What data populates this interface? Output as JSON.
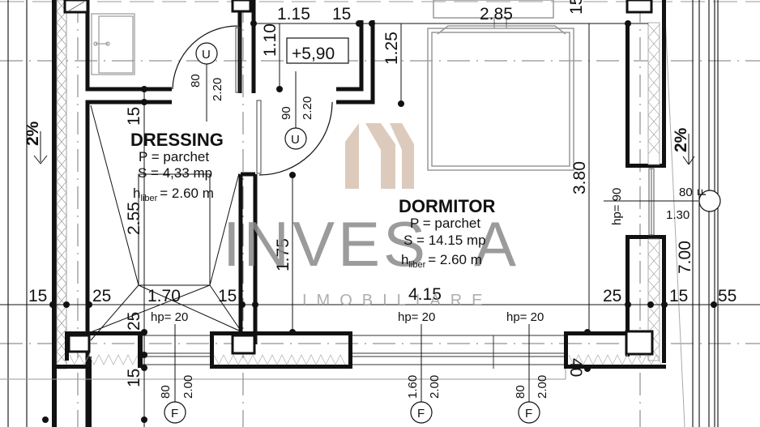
{
  "plan": {
    "level_marker": "+5,90",
    "slope_markers": [
      {
        "id": "left",
        "label": "2%"
      },
      {
        "id": "right",
        "label": "2%"
      }
    ],
    "rooms": [
      {
        "id": "dressing",
        "name": "DRESSING",
        "floor": "P = parchet",
        "area": "S = 4,33 mp",
        "height_prefix": "h",
        "height_sub": "liber",
        "height_value": "= 2.60 m"
      },
      {
        "id": "dormitor",
        "name": "DORMITOR",
        "floor": "P = parchet",
        "area": "S = 14.15 mp",
        "height_prefix": "h",
        "height_sub": "liber",
        "height_value": "= 2.60 m"
      }
    ],
    "dimensions_top": {
      "d1": "1.15",
      "d2": "15",
      "d3": "2.85",
      "d4": "15"
    },
    "dimensions_vertical": {
      "v_110": "1.10",
      "v_125": "1.25",
      "v_380": "3.80",
      "v_175": "1.75",
      "v_255": "2.55",
      "v_15_top": "15",
      "v_25": "25",
      "v_15_bottom": "15",
      "v_40": "40",
      "v_700": "7.00"
    },
    "dimensions_horizontal": {
      "h1": "15",
      "h2": "25",
      "h3": "1.70",
      "h4": "15",
      "h5": "4.15",
      "h6": "25",
      "h7": "15",
      "h8": "55"
    },
    "doors": [
      {
        "id": "door-dressing",
        "tag": "U",
        "width": "80",
        "height": "2.20"
      },
      {
        "id": "door-dormitor",
        "tag": "U",
        "width": "90",
        "height": "2.20"
      }
    ],
    "windows": [
      {
        "id": "win-dressing",
        "tag": "F",
        "sill": "hp= 20",
        "width": "80",
        "height": "2.00"
      },
      {
        "id": "win-dormitor-1",
        "tag": "F",
        "sill": "hp= 20",
        "width": "1.60",
        "height": "2.00"
      },
      {
        "id": "win-dormitor-2",
        "tag": "F",
        "sill": "hp= 20",
        "width": "80",
        "height": "2.00"
      },
      {
        "id": "win-right",
        "tag": "F",
        "sill": "hp= 90",
        "width": "80",
        "height": "1.30"
      }
    ],
    "watermark": {
      "brand": "INVESTA",
      "brand_left": "INVES",
      "brand_right": "A",
      "subtitle": "IMOBILIARE",
      "logo_color": "#d9c6b6",
      "text_color": "#8a8a8a"
    }
  }
}
